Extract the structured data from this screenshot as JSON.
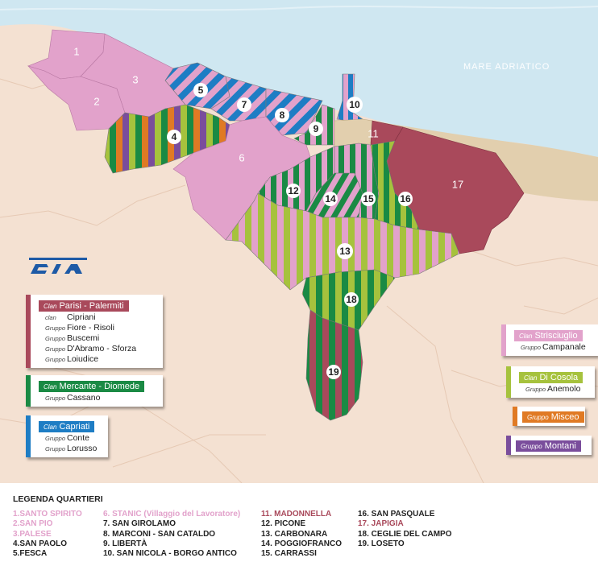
{
  "map": {
    "sea_label": "MARE ADRIATICO",
    "colors": {
      "sea": "#cfe7f1",
      "land": "#f4e1d2",
      "beach": "#e2cfae",
      "pink": "#e2a2cb",
      "maroon": "#a9495b",
      "green": "#1a8a44",
      "lime": "#a6c23d",
      "blue": "#1e7dc4",
      "orange": "#e07a24",
      "purple": "#7a4d9c"
    },
    "district_labels": [
      "1",
      "2",
      "3",
      "4",
      "5",
      "6",
      "7",
      "8",
      "9",
      "10",
      "11",
      "12",
      "13",
      "14",
      "15",
      "16",
      "17",
      "18",
      "19"
    ],
    "logo_icon": "dia-logo-icon"
  },
  "legend": {
    "clan_tag": "Clan",
    "group_tag": "Gruppo",
    "parisi": {
      "title": "Parisi - Palermiti",
      "members": [
        {
          "tag": "clan",
          "name": "Cipriani"
        },
        {
          "tag": "Gruppo",
          "name": "Fiore - Risoli"
        },
        {
          "tag": "Gruppo",
          "name": "Buscemi"
        },
        {
          "tag": "Gruppo",
          "name": "D'Abramo - Sforza"
        },
        {
          "tag": "Gruppo",
          "name": "Loiudice"
        }
      ]
    },
    "mercante": {
      "title": "Mercante - Diomede",
      "members": [
        {
          "tag": "Gruppo",
          "name": "Cassano"
        }
      ]
    },
    "capriati": {
      "title": "Capriati",
      "members": [
        {
          "tag": "Gruppo",
          "name": "Conte"
        },
        {
          "tag": "Gruppo",
          "name": "Lorusso"
        }
      ]
    },
    "strisciuglio": {
      "title": "Strisciuglio",
      "members": [
        {
          "tag": "Gruppo",
          "name": "Campanale"
        }
      ]
    },
    "dicosola": {
      "title": "Di Cosola",
      "members": [
        {
          "tag": "Gruppo",
          "name": "Anemolo"
        }
      ]
    },
    "misceo": {
      "tag": "Gruppo",
      "title": "Misceo"
    },
    "montani": {
      "tag": "Gruppo",
      "title": "Montani"
    }
  },
  "quartieri": {
    "title": "LEGENDA QUARTIERI",
    "columns": [
      [
        {
          "text": "1.SANTO SPIRITO",
          "color": "#e2a2cb"
        },
        {
          "text": "2.SAN PIO",
          "color": "#e2a2cb"
        },
        {
          "text": "3.PALESE",
          "color": "#e2a2cb"
        },
        {
          "text": "4.SAN PAOLO",
          "color": "#222222"
        },
        {
          "text": "5.FESCA",
          "color": "#222222"
        }
      ],
      [
        {
          "text": "6. STANIC (Villaggio del Lavoratore)",
          "color": "#e2a2cb"
        },
        {
          "text": "7. SAN GIROLAMO",
          "color": "#222222"
        },
        {
          "text": "8. MARCONI - SAN CATALDO",
          "color": "#222222"
        },
        {
          "text": "9. LIBERTÀ",
          "color": "#222222"
        },
        {
          "text": "10. SAN NICOLA - BORGO ANTICO",
          "color": "#222222"
        }
      ],
      [
        {
          "text": "11. MADONNELLA",
          "color": "#a9495b"
        },
        {
          "text": "12. PICONE",
          "color": "#222222"
        },
        {
          "text": "13. CARBONARA",
          "color": "#222222"
        },
        {
          "text": "14. POGGIOFRANCO",
          "color": "#222222"
        },
        {
          "text": "15. CARRASSI",
          "color": "#222222"
        }
      ],
      [
        {
          "text": "16. SAN PASQUALE",
          "color": "#222222"
        },
        {
          "text": "17. JAPIGIA",
          "color": "#a9495b"
        },
        {
          "text": "18. CEGLIE DEL CAMPO",
          "color": "#222222"
        },
        {
          "text": "19. LOSETO",
          "color": "#222222"
        }
      ]
    ]
  }
}
